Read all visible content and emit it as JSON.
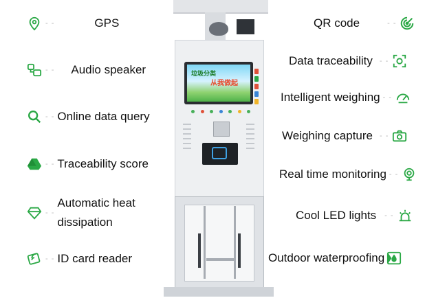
{
  "accent_color": "#2aa845",
  "connector": "- -",
  "features_left": [
    {
      "icon": "map-pin-icon",
      "label": "GPS"
    },
    {
      "icon": "audio-speaker-icon",
      "label": "Audio speaker"
    },
    {
      "icon": "search-icon",
      "label": "Online data query"
    },
    {
      "icon": "drive-triangle-icon",
      "label": "Traceability score"
    },
    {
      "icon": "diamond-icon",
      "label": "Automatic heat dissipation"
    },
    {
      "icon": "id-card-icon",
      "label": "ID card reader"
    }
  ],
  "features_right": [
    {
      "icon": "qr-code-icon",
      "label": "QR code"
    },
    {
      "icon": "scan-frame-icon",
      "label": "Data traceability"
    },
    {
      "icon": "weighing-icon",
      "label": "Intelligent weighing"
    },
    {
      "icon": "camera-icon",
      "label": "Weighing capture"
    },
    {
      "icon": "webcam-icon",
      "label": "Real time monitoring"
    },
    {
      "icon": "alarm-light-icon",
      "label": "Cool LED lights"
    },
    {
      "icon": "waterproof-icon",
      "label": "Outdoor waterproofing"
    }
  ],
  "machine": {
    "screen_title": "垃圾分类",
    "screen_slogan": "从我做起"
  }
}
